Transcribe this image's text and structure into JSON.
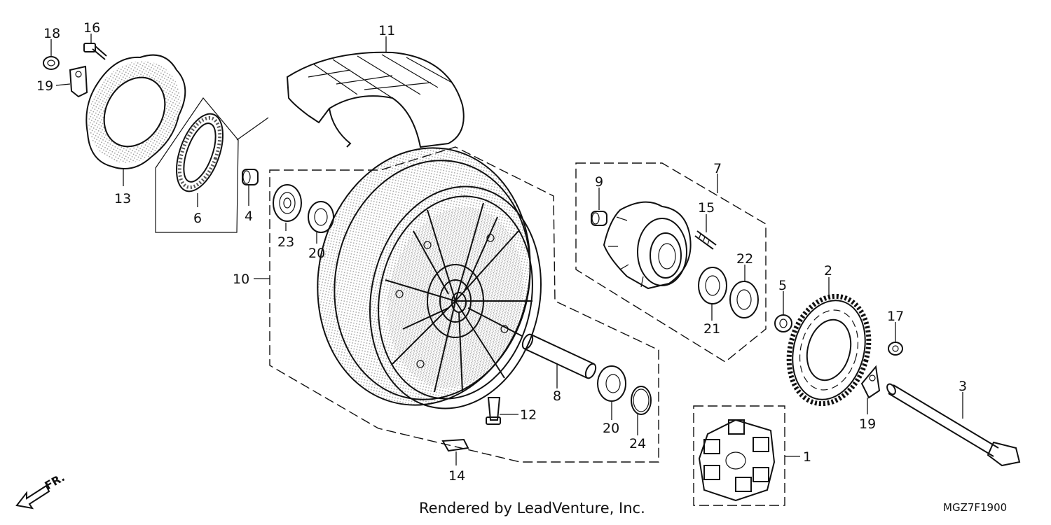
{
  "callouts": [
    {
      "id": "18",
      "label": "18"
    },
    {
      "id": "16",
      "label": "16"
    },
    {
      "id": "19a",
      "label": "19"
    },
    {
      "id": "13",
      "label": "13"
    },
    {
      "id": "6",
      "label": "6"
    },
    {
      "id": "4",
      "label": "4"
    },
    {
      "id": "11",
      "label": "11"
    },
    {
      "id": "23",
      "label": "23"
    },
    {
      "id": "20a",
      "label": "20"
    },
    {
      "id": "10",
      "label": "10"
    },
    {
      "id": "9",
      "label": "9"
    },
    {
      "id": "7",
      "label": "7"
    },
    {
      "id": "15",
      "label": "15"
    },
    {
      "id": "22",
      "label": "22"
    },
    {
      "id": "21",
      "label": "21"
    },
    {
      "id": "5",
      "label": "5"
    },
    {
      "id": "2",
      "label": "2"
    },
    {
      "id": "17",
      "label": "17"
    },
    {
      "id": "19b",
      "label": "19"
    },
    {
      "id": "3",
      "label": "3"
    },
    {
      "id": "8",
      "label": "8"
    },
    {
      "id": "12",
      "label": "12"
    },
    {
      "id": "20b",
      "label": "20"
    },
    {
      "id": "24",
      "label": "24"
    },
    {
      "id": "14",
      "label": "14"
    },
    {
      "id": "1",
      "label": "1"
    }
  ],
  "front_indicator": "FR.",
  "credit": "Rendered by LeadVenture, Inc.",
  "diagram_code": "MGZ7F1900"
}
